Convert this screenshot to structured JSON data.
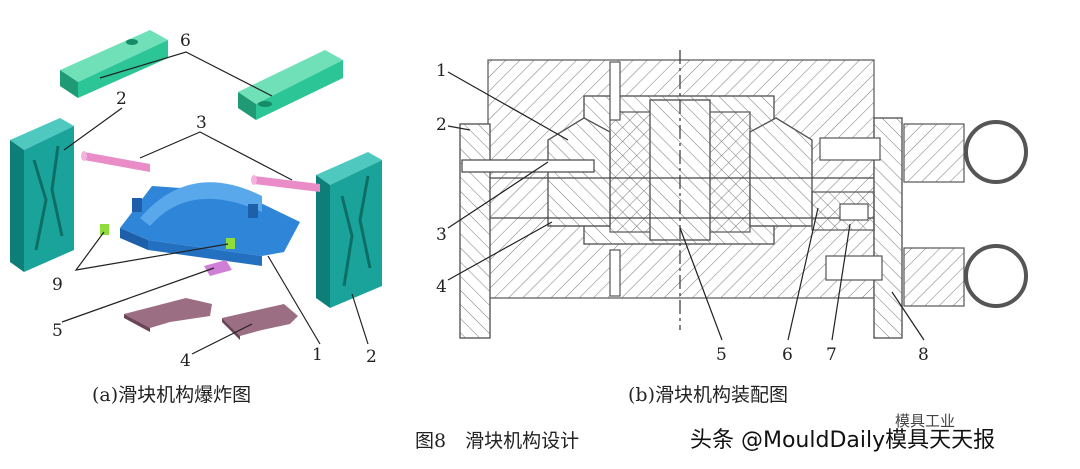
{
  "figure_title": "图8　滑块机构设计",
  "caption_a": "(a)滑块机构爆炸图",
  "caption_b": "(b)滑块机构装配图",
  "labels_a": [
    "6",
    "2",
    "3",
    "9",
    "5",
    "4",
    "1",
    "2"
  ],
  "labels_b": [
    "1",
    "2",
    "3",
    "4",
    "5",
    "6",
    "7",
    "8"
  ],
  "watermark": "头条 @MouldDaily模具天天报",
  "logo_text": "模具工业",
  "colors": {
    "slider_block": "#1aa39a",
    "guide_plate": "#2bc596",
    "core": "#2f86d8",
    "pin": "#e98cc8",
    "wear_plate": "#9c6e84",
    "key": "#cf7fd6",
    "pad": "#8fdc3a"
  }
}
